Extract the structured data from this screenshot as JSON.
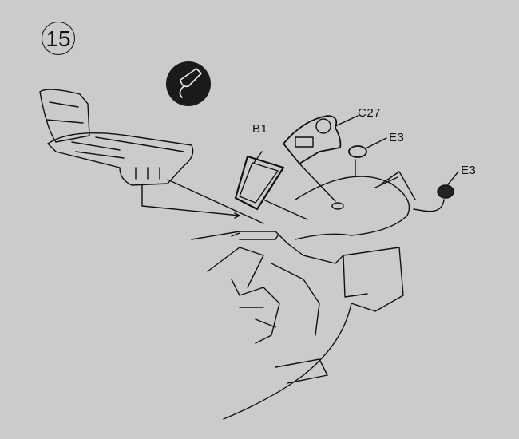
{
  "step_number": "15",
  "icon": "glue-tube-icon",
  "parts": [
    {
      "label": "B1"
    },
    {
      "label": "C27"
    },
    {
      "label": "E3"
    },
    {
      "label": "E3"
    }
  ],
  "colors": {
    "background": "#cbcbcb",
    "ink": "#111111"
  }
}
